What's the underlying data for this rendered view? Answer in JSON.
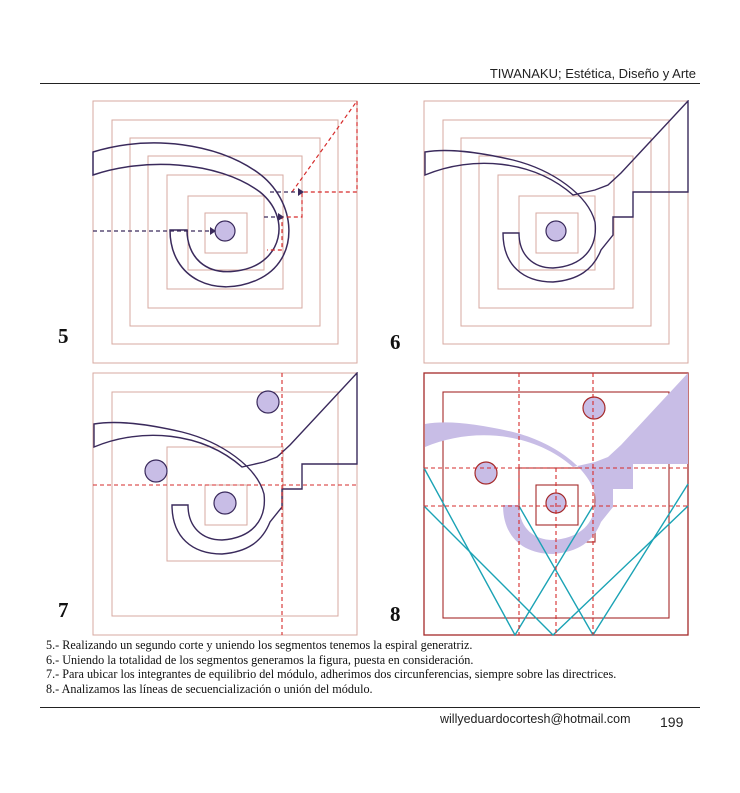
{
  "header": {
    "title": "TIWANAKU; Estética, Diseño y Arte"
  },
  "figures": [
    {
      "number": "5"
    },
    {
      "number": "6"
    },
    {
      "number": "7"
    },
    {
      "number": "8"
    }
  ],
  "captions": [
    "5.- Realizando un segundo corte y uniendo los segmentos tenemos la espiral generatriz.",
    "6.- Uniendo la totalidad de los segmentos generamos la figura, puesta en consideración.",
    "7.- Para ubicar los integrantes de equilibrio del módulo, adherimos dos circunferencias, siempre sobre las directrices.",
    "8.- Analizamos las líneas de secuencialización o unión del módulo."
  ],
  "footer": {
    "email": "willyeduardocortesh@hotmail.com",
    "page_number": "199"
  },
  "colors": {
    "guide_lines": "#d7aaa0",
    "outline": "#3a2a5c",
    "fill": "#c8bde6",
    "red_dashed": "#d62b2b",
    "dark_red": "#a52a2a",
    "teal": "#1ba3b5"
  }
}
